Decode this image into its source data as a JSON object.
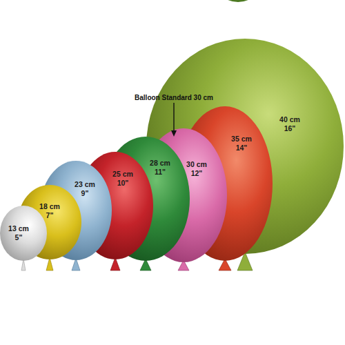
{
  "diagram": {
    "nodes": [
      {
        "text": [
          "13 cm",
          "5\""
        ]
      },
      {
        "text": [
          "18 cm",
          "7\""
        ]
      },
      {
        "text": [
          "23 cm",
          "9\""
        ]
      },
      {
        "text": [
          "25 cm",
          "10\""
        ]
      },
      {
        "text": [
          "28 cm",
          "11\""
        ]
      },
      {
        "text": [
          "30 cm",
          "12\""
        ]
      },
      {
        "text": [
          "35 cm",
          "14\""
        ]
      },
      {
        "text": [
          "40 cm",
          "16\""
        ]
      }
    ],
    "labels": [
      "Balloon Standard 30 cm"
    ]
  }
}
